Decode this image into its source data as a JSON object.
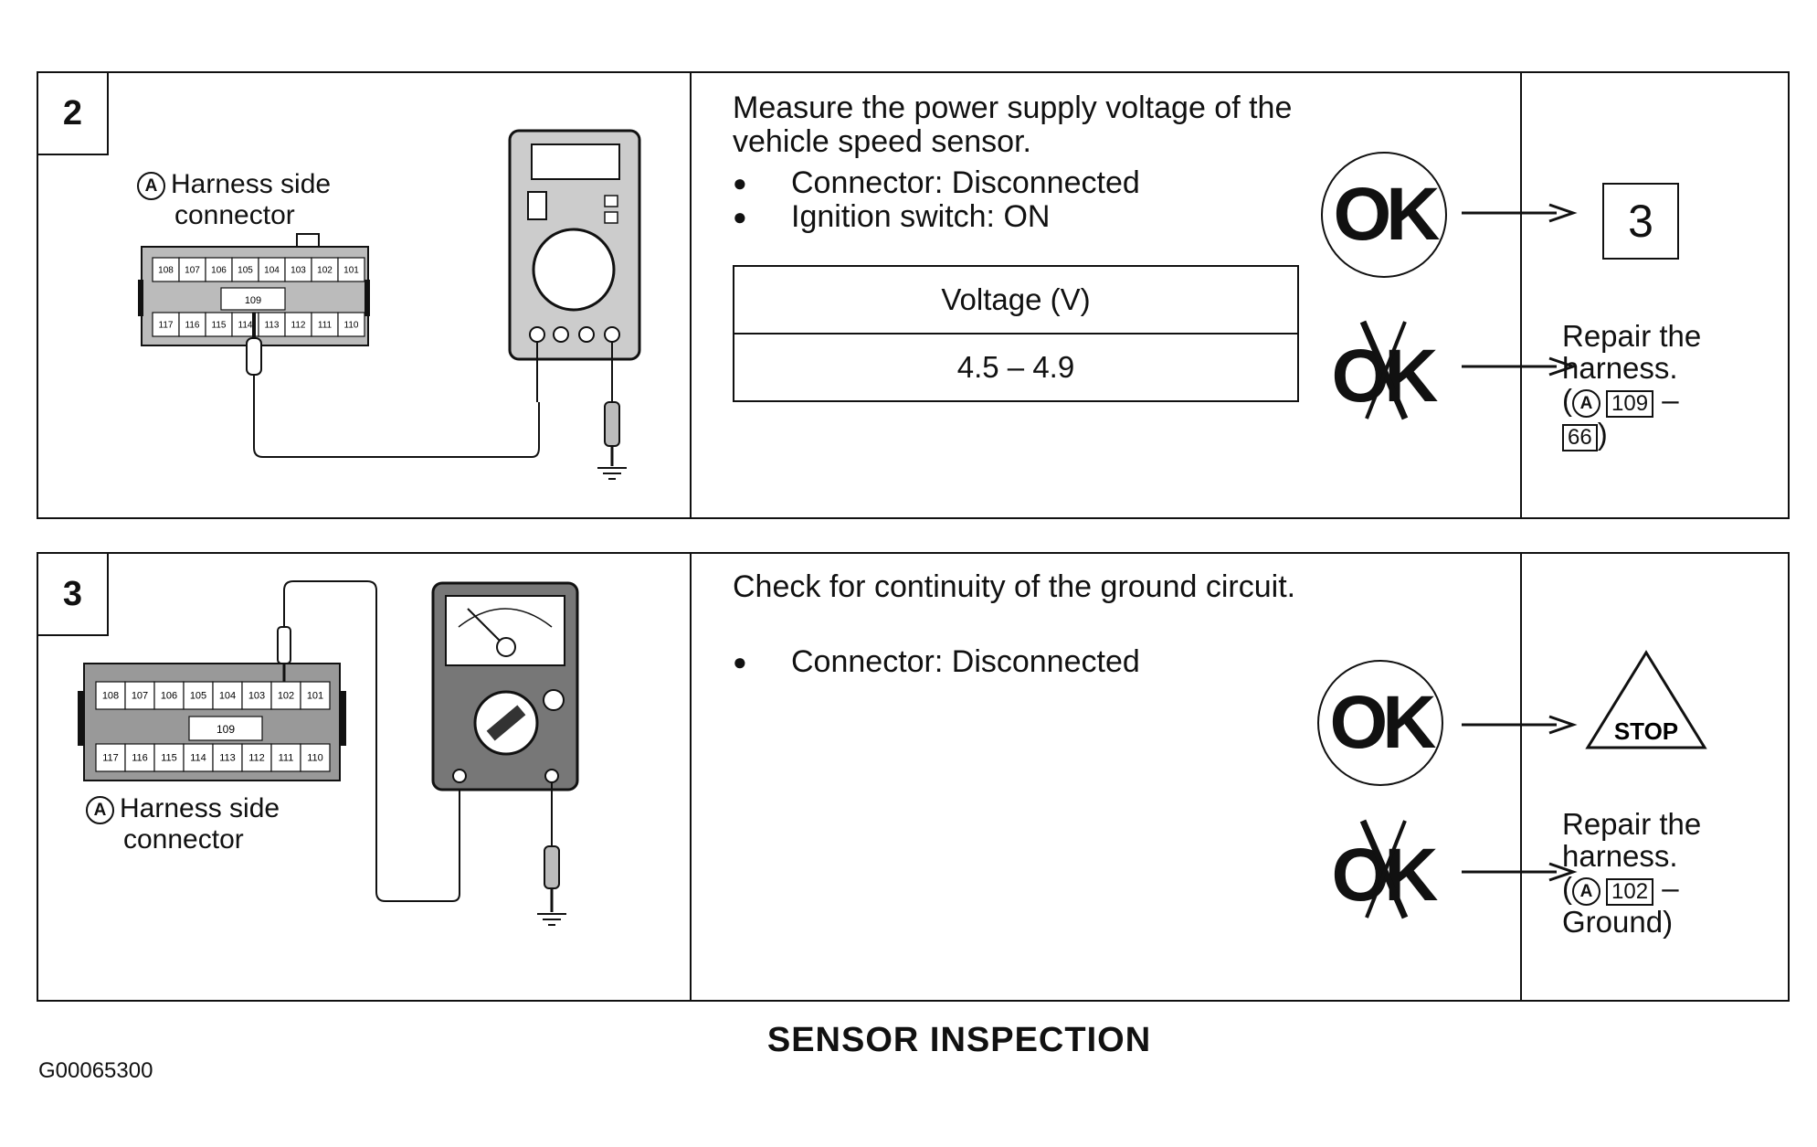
{
  "steps": [
    {
      "number": "2",
      "connector_label_line1": "Harness side",
      "connector_label_line2": "connector",
      "connector_marker": "A",
      "connector_pins_top": [
        "108",
        "107",
        "106",
        "105",
        "104",
        "103",
        "102",
        "101"
      ],
      "connector_pin_middle": "109",
      "connector_pins_bottom": [
        "117",
        "116",
        "115",
        "114",
        "113",
        "112",
        "111",
        "110"
      ],
      "instruction": "Measure the power supply voltage of the vehicle speed sensor.",
      "conditions": [
        "Connector: Disconnected",
        "Ignition switch: ON"
      ],
      "table_header": "Voltage (V)",
      "table_value": "4.5 – 4.9",
      "ok_label": "OK",
      "ng_label": "OK",
      "ok_result": "3",
      "ng_result_line1": "Repair the",
      "ng_result_line2": "harness.",
      "ng_terminal_a": "109",
      "ng_dash": "–",
      "ng_terminal_b": "66"
    },
    {
      "number": "3",
      "connector_label_line1": "Harness side",
      "connector_label_line2": "connector",
      "connector_marker": "A",
      "connector_pins_top": [
        "108",
        "107",
        "106",
        "105",
        "104",
        "103",
        "102",
        "101"
      ],
      "connector_pin_middle": "109",
      "connector_pins_bottom": [
        "117",
        "116",
        "115",
        "114",
        "113",
        "112",
        "111",
        "110"
      ],
      "instruction": "Check for continuity of the ground circuit.",
      "conditions": [
        "Connector: Disconnected"
      ],
      "ok_label": "OK",
      "ng_label": "OK",
      "ok_result": "STOP",
      "ng_result_line1": "Repair the",
      "ng_result_line2": "harness.",
      "ng_terminal_a": "102",
      "ng_dash": "–",
      "ng_terminal_b": "Ground"
    }
  ],
  "title": "SENSOR INSPECTION",
  "figure_code": "G00065300"
}
